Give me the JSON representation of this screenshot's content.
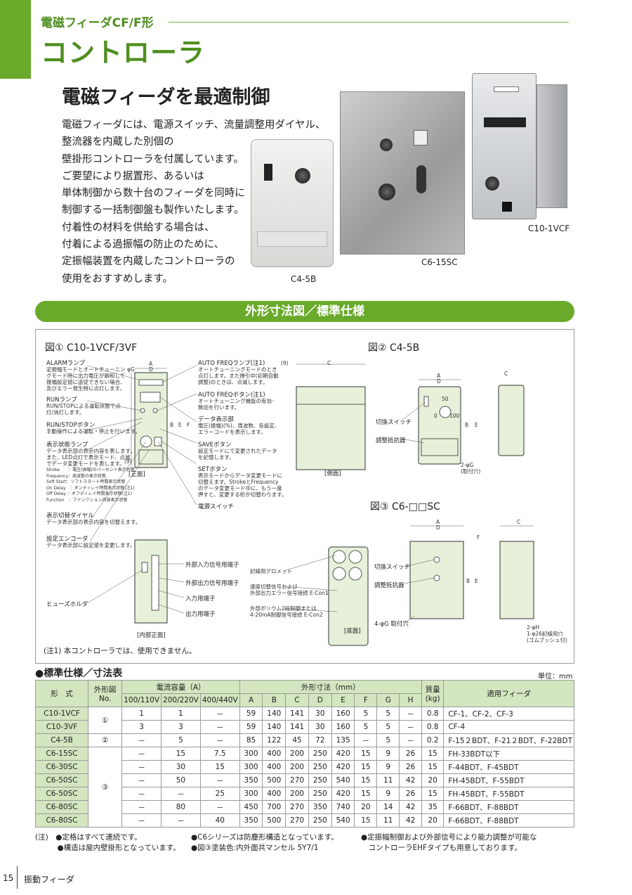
{
  "header": {
    "small": "電磁フィーダCF/F形",
    "big": "コントローラ"
  },
  "lead": "電磁フィーダを最適制御",
  "intro_lines": [
    "電磁フィーダには、電源スイッチ、流量調整用ダイヤル、",
    "整流器を内蔵した別個の",
    "壁掛形コントローラを付属しています。",
    "ご要望により据置形、あるいは",
    "単体制御から数十台のフィーダを同時に",
    "制御する一括制御盤も製作いたします。",
    "付着性の材料を供給する場合は、",
    "付着による過振幅の防止のために、",
    "定振幅装置を内蔵したコントローラの",
    "使用をおすすめします。"
  ],
  "photos": {
    "c45b": "C4-5B",
    "c615sc": "C6-15SC",
    "c10vcf": "C10-1VCF"
  },
  "section_banner": "外形寸法図／標準仕様",
  "fig1": {
    "title": "図① C10-1VCF/3VF",
    "front": "[正面]",
    "inner": "[内部正面]",
    "left_labels": [
      {
        "t": "ALARMランプ",
        "d": "定振幅モードとオートチューニン\nグモード時に出力電圧が飽和して\n振幅設定値に追従できない場合、\n及びエラー発生時に点灯します。"
      },
      {
        "t": "RUNランプ",
        "d": "RUN/STOPによる運転状態で点\n灯/消灯します。"
      },
      {
        "t": "RUN/STOPボタン",
        "d": "手動操作による運転・停止を行います。"
      },
      {
        "t": "表示状態ランプ",
        "d": "データ表示部の表示内容を表します。\nまた、LED点灯で表示モード、点滅\nでデータ変更モードを表します。"
      },
      {
        "t": "表示切替ダイヤル",
        "d": "データ表示部の表示内容を切替えます。"
      },
      {
        "t": "設定エンコーダ",
        "d": "データ表示部に設定値を変更します。"
      }
    ],
    "state_list": [
      "Stroke　　：電圧(振幅)のパーセント表示状態",
      "Frequency：周波数の表示状態",
      "Soft Start：ソフトスタート時間表示状態",
      "On Delay　：オンディレイ時間表示状態(注1)",
      "Off Delay ：オフディレイ時間表示状態(注1)",
      "Function　：ファンクション内容表示状態"
    ],
    "right_labels": [
      {
        "t": "AUTO FREQランプ(注1)",
        "d": "オートチューニングモードのとき\n点灯します。また挿引中(初期自動\n調整)のときは、点滅します。"
      },
      {
        "t": "AUTO FREQボタン(注1)",
        "d": "オートチューニング機能の有効･\n無効を行います。"
      },
      {
        "t": "データ表示部",
        "d": "電圧(振幅)(%)、周波数、各設定、\nエラーコードを表示します。"
      },
      {
        "t": "SAVEボタン",
        "d": "設定モードにて変更されたデータ\nを記憶します。"
      },
      {
        "t": "SETボタン",
        "d": "表示モードからデータ変更モードに\n切替えます。StrokeとFrequency\nのデータ変更モード中に、もう一度\n押すと、変更する桁が切替わります。"
      },
      {
        "t": "電源スイッチ",
        "d": ""
      }
    ],
    "inner_labels": [
      "外部入力信号用端子",
      "外部出力信号用端子",
      "入力用端子",
      "出力用端子",
      "ヒューズホルダ"
    ],
    "dims": [
      "A",
      "D",
      "φG",
      "B",
      "E",
      "F",
      "(9)"
    ]
  },
  "fig2": {
    "title": "図② C4-5B",
    "side": "[側面]",
    "labels": [
      "切換スイッチ",
      "調整抵抗器"
    ],
    "hole": "2-φG\n(取付穴)",
    "dial": [
      "50",
      "0",
      "100"
    ],
    "dims": [
      "(9)",
      "C",
      "A",
      "D",
      "B",
      "E",
      "C"
    ]
  },
  "fig3": {
    "title": "図③ C6-□□SC",
    "bottom": "[底面]",
    "labels": [
      "記線用グロメット",
      "速度切替信号および\n外部出力エラー信号接続 E-Con1",
      "外部ボリウム2段制御または\n4-20mA制御信号接続 E-Con2",
      "切換スイッチ",
      "調整抵抗器",
      "4-φG 取付穴"
    ],
    "hole": "2-φH\n1-φ26記線用穴\n(ゴムブッシュ付)",
    "dims": [
      "A",
      "D",
      "B",
      "E",
      "F",
      "C"
    ]
  },
  "note1": "(注1) 本コントローラでは、使用できません。",
  "spec": {
    "title": "●標準仕様／寸法表",
    "unit": "単位：mm",
    "headers": {
      "model": "形　式",
      "fig": "外形図\nNo.",
      "current": "電流容量（A）",
      "dims": "外形寸法（mm）",
      "mass": "質量\n(kg)",
      "feeder": "適用フィーダ",
      "volts": [
        "100/110V",
        "200/220V",
        "400/440V"
      ],
      "dimcols": [
        "A",
        "B",
        "C",
        "D",
        "E",
        "F",
        "G",
        "H"
      ]
    },
    "rows": [
      {
        "model": "C10-1VCF",
        "cur": [
          "1",
          "1",
          "－"
        ],
        "dims": [
          "59",
          "140",
          "141",
          "30",
          "160",
          "5",
          "5",
          "－"
        ],
        "mass": "0.8",
        "feeder": "CF-1、CF-2、CF-3"
      },
      {
        "model": "C10-3VF",
        "cur": [
          "3",
          "3",
          "－"
        ],
        "dims": [
          "59",
          "140",
          "141",
          "30",
          "160",
          "5",
          "5",
          "－"
        ],
        "mass": "0.8",
        "feeder": "CF-4"
      },
      {
        "model": "C4-5B",
        "cur": [
          "－",
          "5",
          "－"
        ],
        "dims": [
          "85",
          "122",
          "45",
          "72",
          "135",
          "－",
          "5",
          "－"
        ],
        "mass": "0.2",
        "feeder": "F-15２BDT、F-21２BDT、F-22BDT"
      },
      {
        "model": "C6-15SC",
        "cur": [
          "－",
          "15",
          "7.5"
        ],
        "dims": [
          "300",
          "400",
          "200",
          "250",
          "420",
          "15",
          "9",
          "26"
        ],
        "mass": "15",
        "feeder": "FH-33BDT以下"
      },
      {
        "model": "C6-30SC",
        "cur": [
          "－",
          "30",
          "15"
        ],
        "dims": [
          "300",
          "400",
          "200",
          "250",
          "420",
          "15",
          "9",
          "26"
        ],
        "mass": "15",
        "feeder": "F-44BDT、F-45BDT"
      },
      {
        "model": "C6-50SC",
        "cur": [
          "－",
          "50",
          "－"
        ],
        "dims": [
          "350",
          "500",
          "270",
          "250",
          "540",
          "15",
          "11",
          "42"
        ],
        "mass": "20",
        "feeder": "FH-45BDT、F-55BDT"
      },
      {
        "model": "C6-50SC",
        "cur": [
          "－",
          "－",
          "25"
        ],
        "dims": [
          "300",
          "400",
          "200",
          "250",
          "420",
          "15",
          "9",
          "26"
        ],
        "mass": "15",
        "feeder": "FH-45BDT、F-55BDT"
      },
      {
        "model": "C6-80SC",
        "cur": [
          "－",
          "80",
          "－"
        ],
        "dims": [
          "450",
          "700",
          "270",
          "350",
          "740",
          "20",
          "14",
          "42"
        ],
        "mass": "35",
        "feeder": "F-66BDT、F-88BDT"
      },
      {
        "model": "C6-80SC",
        "cur": [
          "－",
          "－",
          "40"
        ],
        "dims": [
          "350",
          "500",
          "270",
          "250",
          "540",
          "15",
          "11",
          "42"
        ],
        "mass": "20",
        "feeder": "F-66BDT、F-88BDT"
      }
    ],
    "fig_groups": [
      "①",
      "②",
      "③"
    ]
  },
  "footnotes": {
    "col1": [
      "(注)　●定格はすべて連続です。",
      "　　　●構造は屋内壁掛形となっています。"
    ],
    "col2": [
      "●C6シリーズは防塵形構造となっています。",
      "●図③塗装色:内外面共マンセル 5Y7/1"
    ],
    "col3": [
      "●定振幅制御および外部信号により能力調整が可能な",
      "　コントローラEHFタイプも用意しております。"
    ]
  },
  "footer": {
    "page": "15",
    "section": "振動フィーダ"
  }
}
